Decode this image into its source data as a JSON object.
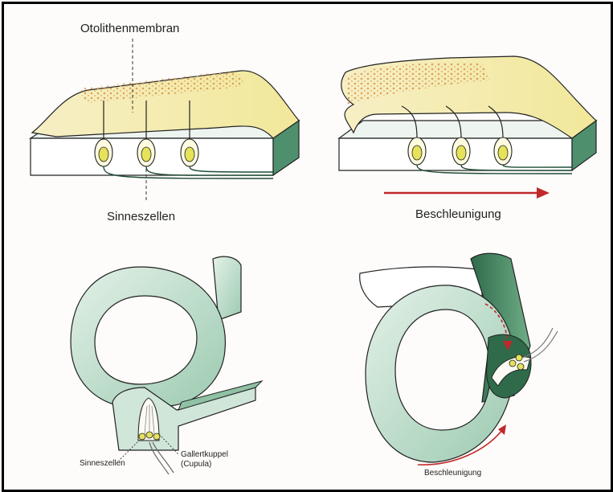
{
  "labels": {
    "otolith_membrane": "Otolithenmembran",
    "sensory_cells_top": "Sinneszellen",
    "acceleration_top": "Beschleunigung",
    "sensory_cells_bottom": "Sinneszellen",
    "cupula_line1": "Gallertkuppel",
    "cupula_line2": "(Cupula)",
    "acceleration_bottom": "Beschleunigung"
  },
  "colors": {
    "arrow_red": "#c0282c",
    "membrane_yellow": "#f4eebd",
    "otolith_orange": "#dca05a",
    "canal_green": "#cfe6d9",
    "canal_dark_green": "#3e7a58",
    "cell_yellow": "#e6e25a"
  }
}
